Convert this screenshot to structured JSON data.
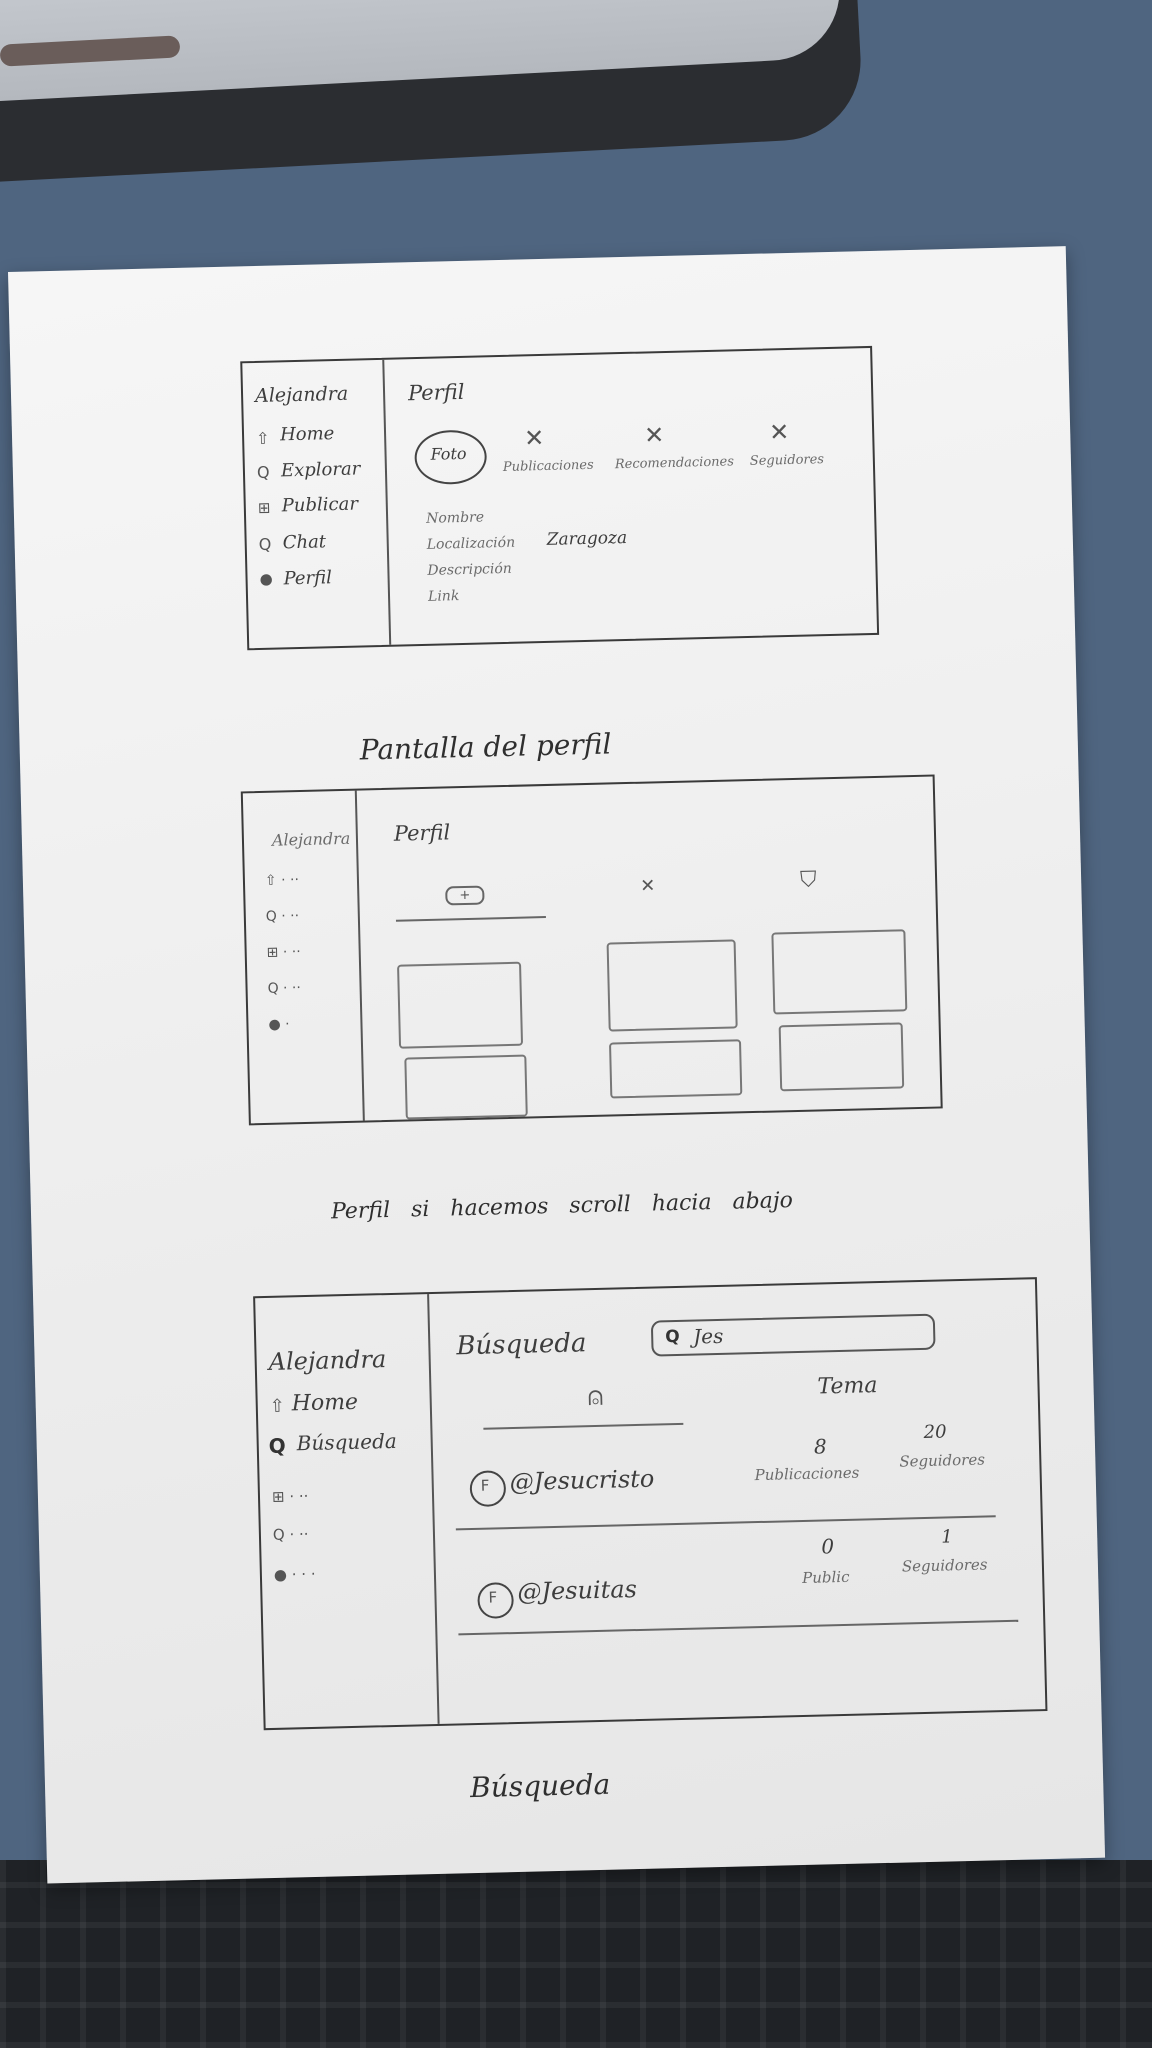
{
  "screens": {
    "profile": {
      "user": "Alejandra",
      "nav": [
        "Home",
        "Explorar",
        "Publicar",
        "Chat",
        "Perfil"
      ],
      "title": "Perfil",
      "photo": "Foto",
      "stats": [
        "Publicaciones",
        "Recomendaciones",
        "Seguidores"
      ],
      "fields": {
        "name": "Nombre",
        "location_label": "Localización",
        "location_value": "Zaragoza",
        "description": "Descripción",
        "link": "Link"
      },
      "caption": "Pantalla del perfil"
    },
    "profile_scroll": {
      "user": "Alejandra",
      "title": "Perfil",
      "caption": "Perfil si hacemos scroll hacia abajo"
    },
    "search": {
      "user": "Alejandra",
      "nav": [
        "Home",
        "Búsqueda"
      ],
      "title": "Búsqueda",
      "search_value": "Jes",
      "tab_topic": "Tema",
      "results": [
        {
          "handle": "@Jesucristo",
          "posts": "8",
          "posts_label": "Publicaciones",
          "followers": "20",
          "followers_label": "Seguidores"
        },
        {
          "handle": "@Jesuitas",
          "posts": "0",
          "posts_label": "Public",
          "followers": "1",
          "followers_label": "Seguidores"
        }
      ],
      "caption": "Búsqueda"
    }
  }
}
